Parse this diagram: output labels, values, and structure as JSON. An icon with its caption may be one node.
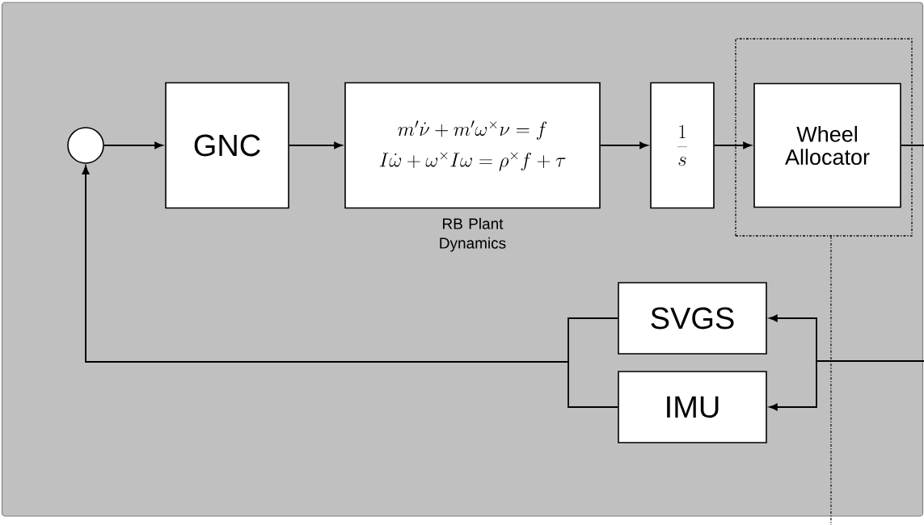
{
  "diagram": {
    "nodes": [
      {
        "text": [],
        "shape": "box"
      },
      {
        "text": [],
        "shape": "circle",
        "in": 0
      },
      {
        "text": [
          "GNC"
        ],
        "in": 0
      },
      {
        "text": [
          "m'\\dot{\\nu}+m'\\omega^{\\times}\\nu=f",
          "I\\dot{\\omega}+\\omega^{\\times}I\\omega=\\rho^{\\times}f+\\tau"
        ],
        "beside": [
          "RB Plant Dynamics"
        ],
        "in": 0
      },
      {
        "text": [
          "\\frac{1}{s}"
        ],
        "in": 0
      },
      {
        "text": [],
        "shape": "box",
        "in": 0
      },
      {
        "text": [
          "Wheel Allocator"
        ],
        "in": 5
      },
      {
        "text": [
          "SVGS"
        ],
        "in": 0
      },
      {
        "text": [
          "IMU"
        ],
        "in": 0
      }
    ],
    "edges": [
      {
        "from": 1,
        "to": 2,
        "arrow": "to"
      },
      {
        "from": 2,
        "to": 3,
        "arrow": "to"
      },
      {
        "from": 3,
        "to": 4,
        "arrow": "to"
      },
      {
        "from": 4,
        "to": 6,
        "arrow": "to"
      },
      {
        "from": 6,
        "to": null,
        "arrow": "none"
      },
      {
        "from": null,
        "to": 7,
        "arrow": "to"
      },
      {
        "from": null,
        "to": 8,
        "arrow": "to"
      },
      {
        "from": 7,
        "to": 1,
        "arrow": "to"
      },
      {
        "from": 8,
        "to": 1,
        "arrow": "to"
      },
      {
        "from": 5,
        "to": null,
        "arrow": "none",
        "style": "dashed"
      }
    ]
  }
}
